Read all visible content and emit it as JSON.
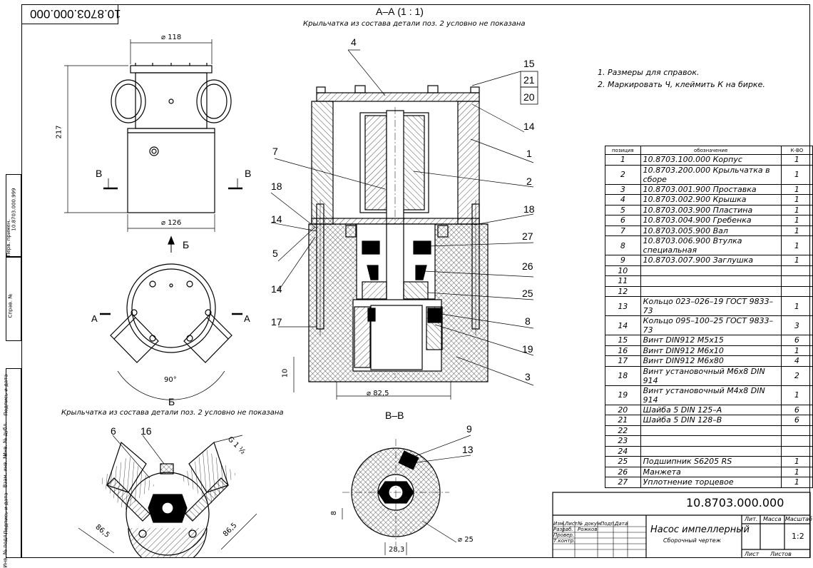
{
  "doc_number": "10.8703.000.000",
  "doc_number_rotated": "10.8703.000.000",
  "section_aa": {
    "title": "А–А (1 : 1)",
    "note": "Крыльчатка из состава детали поз. 2 условно не показана"
  },
  "view_b": {
    "title": "Б",
    "note": "Крыльчатка из состава детали поз. 2 условно не показана"
  },
  "section_vv": {
    "title": "В–В"
  },
  "notes": [
    "1.  Размеры для справок.",
    "2.  Маркировать Ч, клеймить К на бирке."
  ],
  "dims": {
    "d118": "⌀ 118",
    "h217": "217",
    "d126": "⌀ 126",
    "d82_5": "⌀ 82,5",
    "h10": "10",
    "angle90": "90°",
    "g1": "G 1 ½",
    "l86a": "86,5",
    "l86b": "86,5",
    "d25": "⌀ 25",
    "w28": "28,3",
    "h8": "8"
  },
  "view_labels": {
    "b_left": "В",
    "b_right": "В",
    "arrow_b": "Б",
    "a_left": "А",
    "a_right": "А"
  },
  "callouts": {
    "c4": "4",
    "c15": "15",
    "c21": "21",
    "c20": "20",
    "c14a": "14",
    "c1": "1",
    "c7": "7",
    "c2": "2",
    "c18a": "18",
    "c18b": "18",
    "c14b": "14",
    "c27": "27",
    "c5": "5",
    "c26": "26",
    "c14c": "14",
    "c25": "25",
    "c17": "17",
    "c8": "8",
    "c19": "19",
    "c3": "3",
    "c6": "6",
    "c16": "16",
    "c9": "9",
    "c13": "13"
  },
  "spec_table": {
    "headers": [
      "позиция",
      "обозначение",
      "К-ВО"
    ],
    "rows": [
      [
        "1",
        "10.8703.100.000 Корпус",
        "1"
      ],
      [
        "2",
        "10.8703.200.000 Крыльчатка в сборе",
        "1"
      ],
      [
        "3",
        "10.8703.001.900 Проставка",
        "1"
      ],
      [
        "4",
        "10.8703.002.900 Крышка",
        "1"
      ],
      [
        "5",
        "10.8703.003.900 Пластина",
        "1"
      ],
      [
        "6",
        "10.8703.004.900 Гребенка",
        "1"
      ],
      [
        "7",
        "10.8703.005.900 Вал",
        "1"
      ],
      [
        "8",
        "10.8703.006.900 Втулка специальная",
        "1"
      ],
      [
        "9",
        "10.8703.007.900 Заглушка",
        "1"
      ],
      [
        "10",
        "",
        ""
      ],
      [
        "11",
        "",
        ""
      ],
      [
        "12",
        "",
        ""
      ],
      [
        "13",
        "Кольцо 023–026–19 ГОСТ 9833–73",
        "1"
      ],
      [
        "14",
        "Кольцо 095–100–25 ГОСТ 9833–73",
        "3"
      ],
      [
        "15",
        "Винт DIN912 M5x15",
        "6"
      ],
      [
        "16",
        "Винт DIN912 M6x10",
        "1"
      ],
      [
        "17",
        "Винт DIN912 M6x80",
        "4"
      ],
      [
        "18",
        "Винт установочный M6x8 DIN 914",
        "2"
      ],
      [
        "19",
        "Винт установочный M4x8 DIN 914",
        "1"
      ],
      [
        "20",
        "Шайба 5 DIN 125–A",
        "6"
      ],
      [
        "21",
        "Шайба 5 DIN 128–B",
        "6"
      ],
      [
        "22",
        "",
        ""
      ],
      [
        "23",
        "",
        ""
      ],
      [
        "24",
        "",
        ""
      ],
      [
        "25",
        "Подшипник S6205 RS",
        "1"
      ],
      [
        "26",
        "Манжета",
        "1"
      ],
      [
        "27",
        "Уплотнение торцевое",
        "1"
      ]
    ]
  },
  "title_block": {
    "number": "10.8703.000.000",
    "name": "Насос импеллерный",
    "subtitle": "Сборочный чертеж",
    "lit": "Лит.",
    "massa": "Масса",
    "masshtab": "Масштаб",
    "scale": "1:2",
    "list": "Лист",
    "listov": "Листов",
    "row_labels": [
      "Изм.",
      "Лист",
      "№ докум.",
      "Подп.",
      "Дата"
    ],
    "razrab": "Разраб.",
    "razrab_name": "Рожков",
    "prover": "Провер.",
    "tkontr": "Т.контр."
  },
  "side_strip": {
    "perv": "Перв. примен.",
    "perv_val": "10.8703.000.999",
    "sprav": "Справ. №",
    "podp1": "Подпись и дата",
    "inv1": "Инв. № дубл.",
    "vzam": "Взам. инв. №",
    "podp2": "Подпись и дата",
    "inv2": "Инв. № подл."
  }
}
